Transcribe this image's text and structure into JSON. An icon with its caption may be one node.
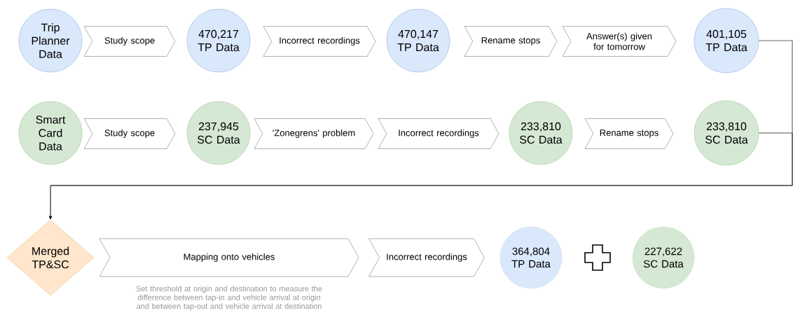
{
  "diagram": {
    "nodes": [
      {
        "text": [
          "Trip Planner Data"
        ]
      },
      {
        "text": [
          "Study scope"
        ]
      },
      {
        "text": [
          "470,217 TP Data"
        ]
      },
      {
        "text": [
          "Incorrect recordings"
        ]
      },
      {
        "text": [
          "470,147 TP Data"
        ]
      },
      {
        "text": [
          "Rename stops"
        ]
      },
      {
        "text": [
          "Answer(s) given for tomorrow"
        ]
      },
      {
        "text": [
          "401,105 TP Data"
        ]
      },
      {
        "text": [
          "Smart Card Data"
        ]
      },
      {
        "text": [
          "Study scope"
        ]
      },
      {
        "text": [
          "237,945 SC Data"
        ]
      },
      {
        "text": [
          "'Zonegrens' problem"
        ]
      },
      {
        "text": [
          "Incorrect recordings"
        ]
      },
      {
        "text": [
          "233,810 SC Data"
        ]
      },
      {
        "text": [
          "Rename stops"
        ]
      },
      {
        "text": [
          "233,810 SC Data"
        ]
      },
      {
        "text": [
          "Merged TP&SC"
        ]
      },
      {
        "text": [
          "Mapping onto vehicles"
        ],
        "beside": [
          "Set threshold at origin and destination to measure the difference between tap-in and vehicle arrival at origin and between tap-out and vehicle arrival at destination"
        ]
      },
      {
        "text": [
          "Incorrect recordings"
        ]
      },
      {
        "text": [
          "364,804 TP Data"
        ]
      },
      {
        "text": [
          "227,622 SC Data"
        ]
      }
    ],
    "edges": [
      {
        "from": 7,
        "to": 16,
        "arrow": "to"
      },
      {
        "from": 15,
        "to": 16,
        "arrow": "to"
      }
    ]
  }
}
